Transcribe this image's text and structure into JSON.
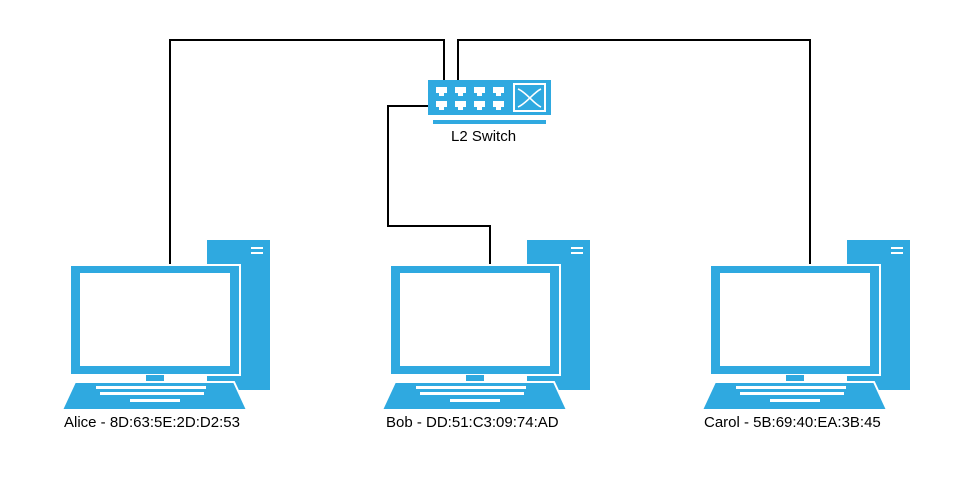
{
  "colors": {
    "device": "#2fa9e0",
    "line": "#000000",
    "screen": "#ffffff",
    "background": "#ffffff"
  },
  "switch": {
    "label": "L2 Switch",
    "icon": "network-switch-icon"
  },
  "hosts": [
    {
      "label": "Alice - 8D:63:5E:2D:D2:53",
      "icon": "desktop-computer-icon"
    },
    {
      "label": "Bob - DD:51:C3:09:74:AD",
      "icon": "desktop-computer-icon"
    },
    {
      "label": "Carol - 5B:69:40:EA:3B:45",
      "icon": "desktop-computer-icon"
    }
  ]
}
